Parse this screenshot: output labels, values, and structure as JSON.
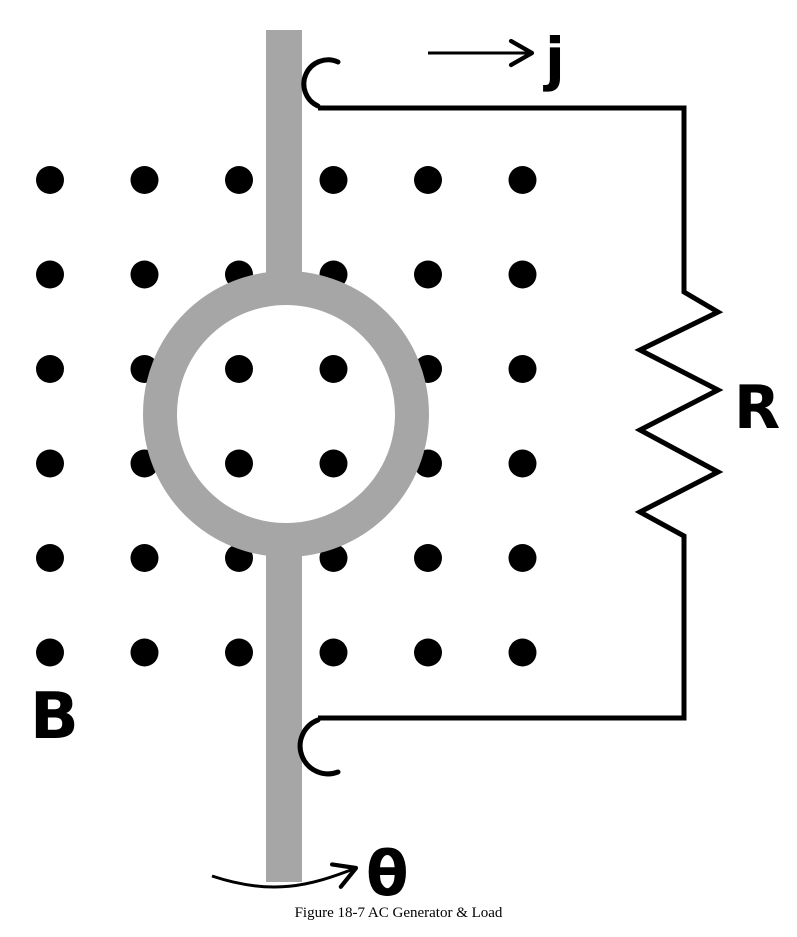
{
  "labels": {
    "j": "j",
    "R": "R",
    "B": "B",
    "theta": "θ"
  },
  "caption": "Figure 18-7 AC Generator & Load",
  "colors": {
    "ink": "#000000",
    "rod": "#a6a6a6",
    "background": "#ffffff"
  },
  "field": {
    "direction": "out-of-page",
    "rows": 6,
    "columns": 6
  }
}
